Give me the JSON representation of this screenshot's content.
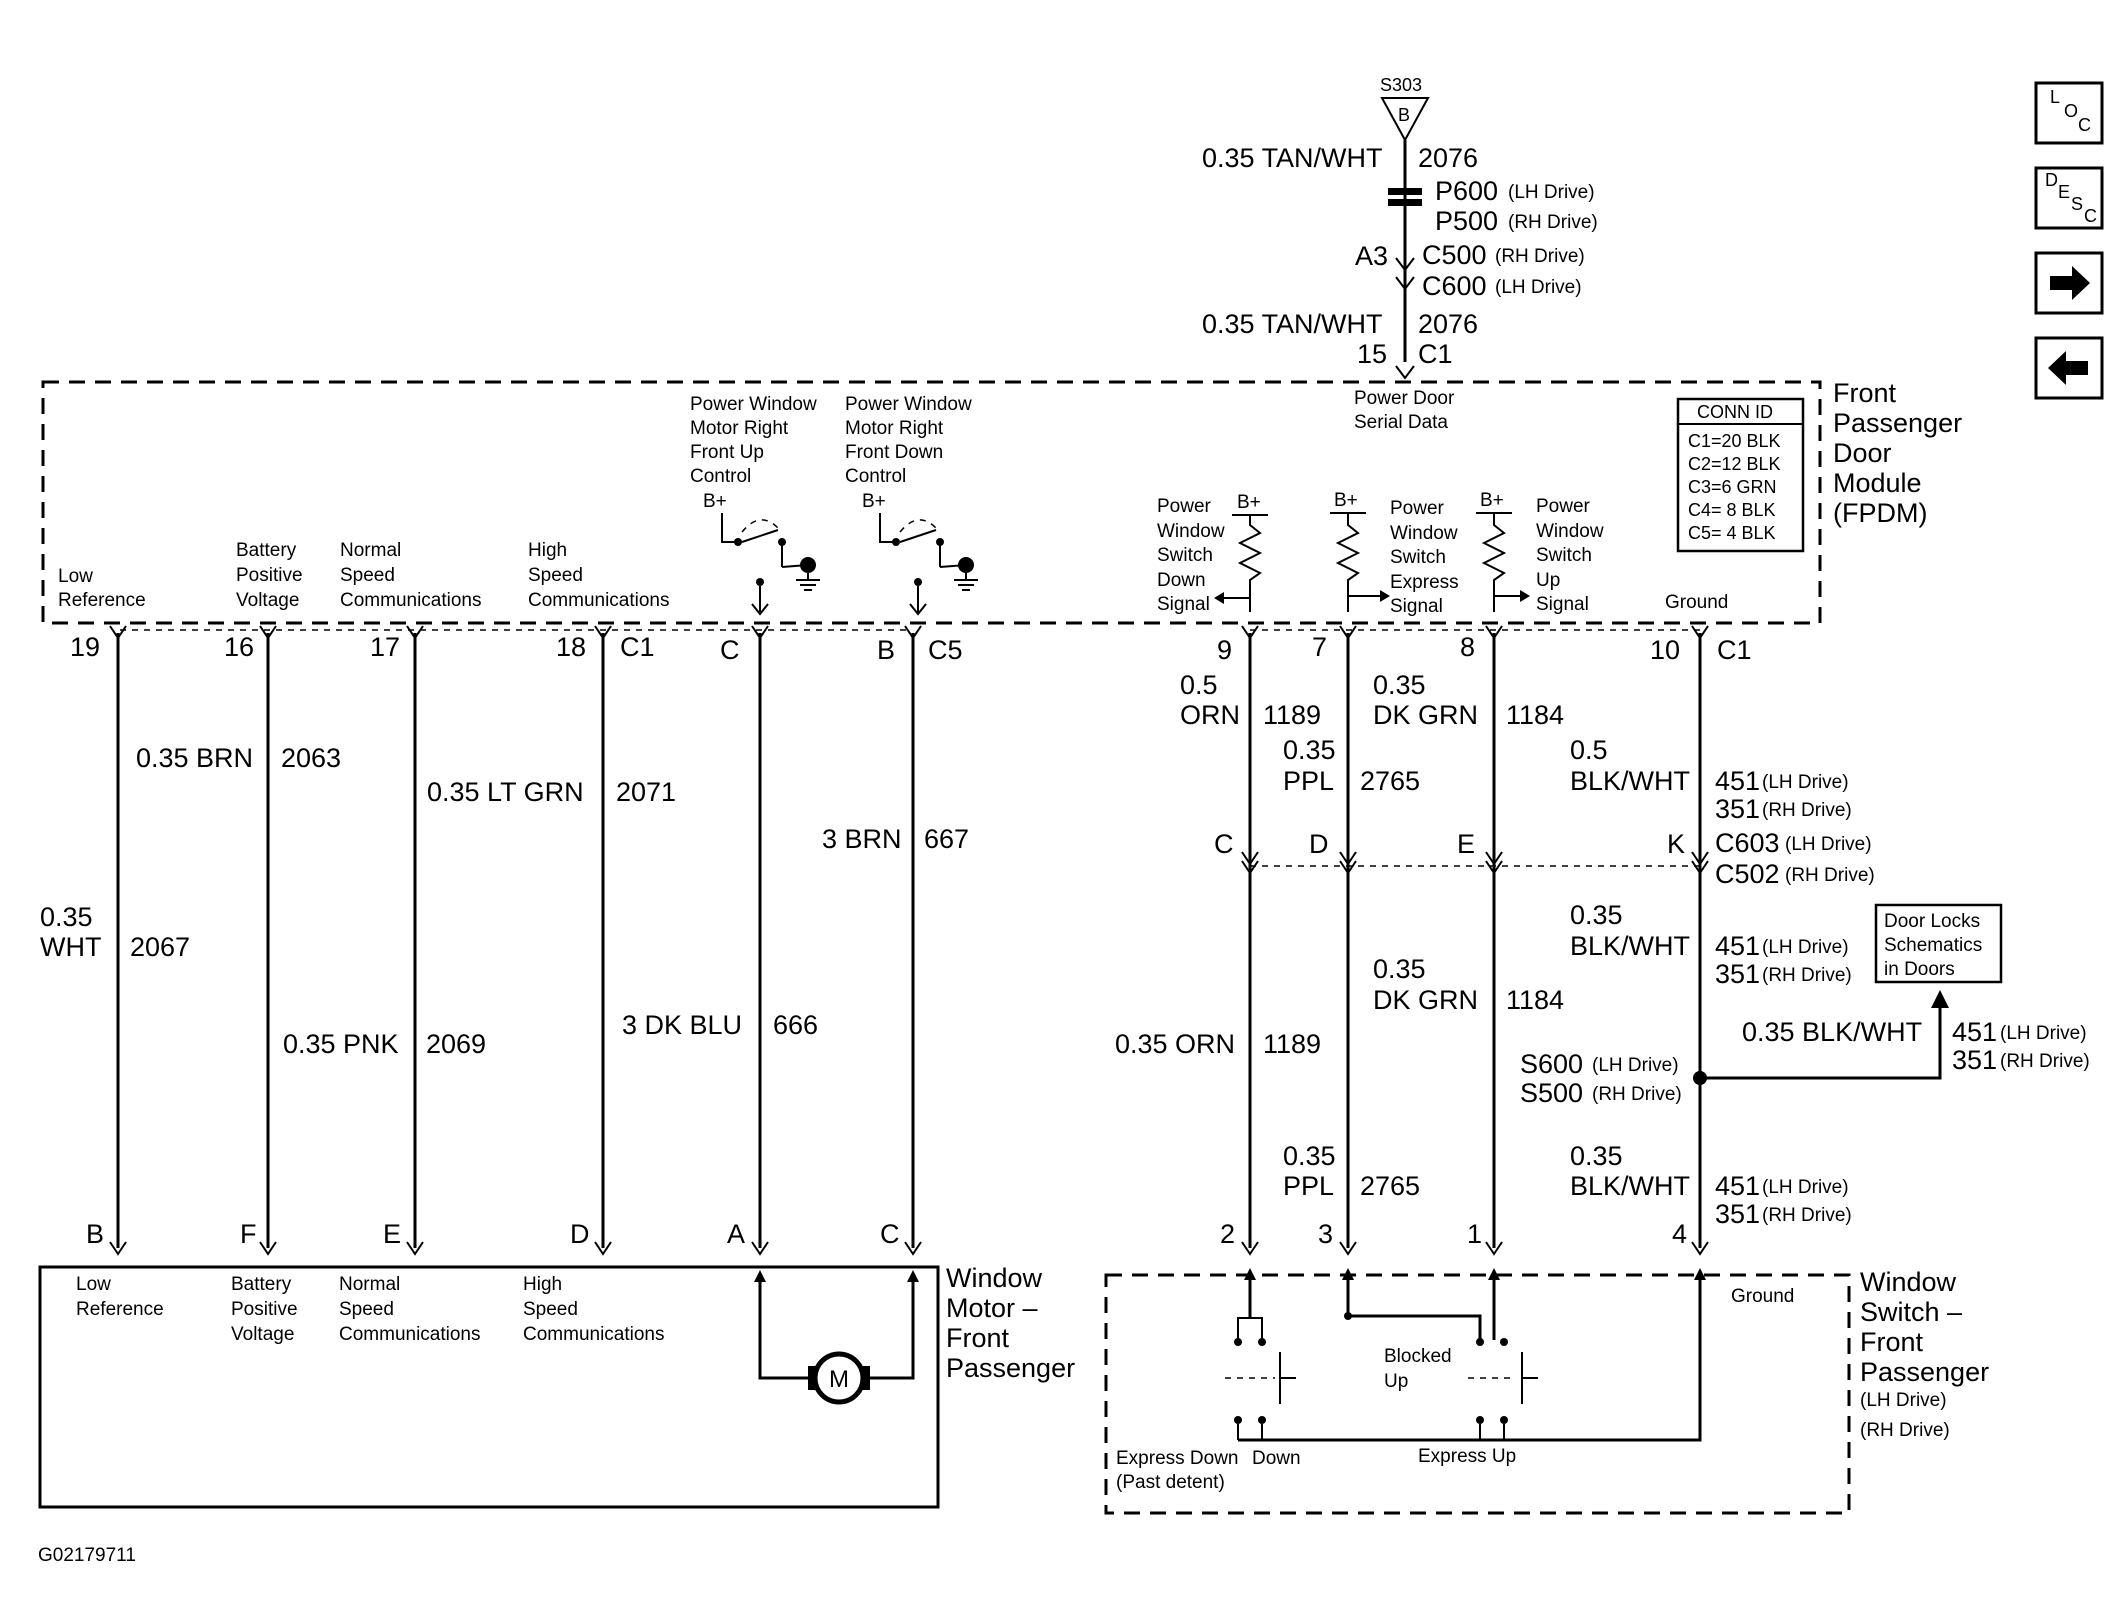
{
  "splice": {
    "id": "S303",
    "letter": "B"
  },
  "top_wire": {
    "wire": "0.35 TAN/WHT",
    "circuit": "2076"
  },
  "conn_p": {
    "p600": "P600",
    "p600_note": "(LH Drive)",
    "p500": "P500",
    "p500_note": "(RH Drive)"
  },
  "conn_c": {
    "pin": "A3",
    "c500": "C500",
    "c500_note": "(RH Drive)",
    "c600": "C600",
    "c600_note": "(LH Drive)"
  },
  "top_wire2": {
    "wire": "0.35 TAN/WHT",
    "circuit": "2076",
    "pin": "15",
    "conn": "C1"
  },
  "fpdm": {
    "title": [
      "Front",
      "Passenger",
      "Door",
      "Module",
      "(FPDM)"
    ],
    "serial_data": [
      "Power Door",
      "Serial Data"
    ],
    "conn_id": {
      "header": "CONN ID",
      "rows": [
        "C1=20 BLK",
        "C2=12 BLK",
        "C3=6 GRN",
        "C4= 8 BLK",
        "C5= 4 BLK"
      ]
    },
    "labels": {
      "low_ref": [
        "Low",
        "Reference"
      ],
      "batt": [
        "Battery",
        "Positive",
        "Voltage"
      ],
      "normal": [
        "Normal",
        "Speed",
        "Communications"
      ],
      "high": [
        "High",
        "Speed",
        "Communications"
      ],
      "up_ctrl": [
        "Power Window",
        "Motor Right",
        "Front Up",
        "Control"
      ],
      "down_ctrl": [
        "Power Window",
        "Motor Right",
        "Front Down",
        "Control"
      ],
      "sw_down": [
        "Power",
        "Window",
        "Switch",
        "Down",
        "Signal"
      ],
      "sw_express": [
        "Power",
        "Window",
        "Switch",
        "Express",
        "Signal"
      ],
      "sw_up": [
        "Power",
        "Window",
        "Switch",
        "Up",
        "Signal"
      ],
      "ground": "Ground",
      "bplus": "B+"
    }
  },
  "pins_top": {
    "p19": "19",
    "p16": "16",
    "p17": "17",
    "p18": "18",
    "c1": "C1",
    "pc": "C",
    "pb": "B",
    "c5": "C5",
    "p9": "9",
    "p7": "7",
    "p8": "8",
    "p10": "10",
    "c1b": "C1"
  },
  "wires": {
    "w2067": {
      "wire": [
        "0.35",
        "WHT"
      ],
      "circuit": "2067"
    },
    "w2063": {
      "wire": "0.35 BRN",
      "circuit": "2063"
    },
    "w2069": {
      "wire": "0.35 PNK",
      "circuit": "2069"
    },
    "w2071": {
      "wire": "0.35 LT GRN",
      "circuit": "2071"
    },
    "w666": {
      "wire": "3 DK BLU",
      "circuit": "666"
    },
    "w667": {
      "wire": "3 BRN",
      "circuit": "667"
    },
    "w1189a": {
      "wire": [
        "0.5",
        "ORN"
      ],
      "circuit": "1189"
    },
    "w2765a": {
      "wire": [
        "0.35",
        "PPL"
      ],
      "circuit": "2765"
    },
    "w1184a": {
      "wire": [
        "0.35",
        "DK GRN"
      ],
      "circuit": "1184"
    },
    "w451a": {
      "wire": [
        "0.5",
        "BLK/WHT"
      ],
      "c451": "451",
      "c451_note": "(LH Drive)",
      "c351": "351",
      "c351_note": "(RH Drive)"
    },
    "w1189b": {
      "wire": "0.35 ORN",
      "circuit": "1189"
    },
    "w1184b": {
      "wire": [
        "0.35",
        "DK GRN"
      ],
      "circuit": "1184"
    },
    "w451b": {
      "wire": [
        "0.35",
        "BLK/WHT"
      ],
      "c451": "451",
      "c451_note": "(LH Drive)",
      "c351": "351",
      "c351_note": "(RH Drive)"
    },
    "w2765b": {
      "wire": [
        "0.35",
        "PPL"
      ],
      "circuit": "2765"
    },
    "w451c": {
      "wire": [
        "0.35",
        "BLK/WHT"
      ],
      "c451": "451",
      "c451_note": "(LH Drive)",
      "c351": "351",
      "c351_note": "(RH Drive)"
    },
    "w451d": {
      "wire": "0.35 BLK/WHT",
      "c451": "451",
      "c451_note": "(LH Drive)",
      "c351": "351",
      "c351_note": "(RH Drive)"
    }
  },
  "mid_conn": {
    "pc": "C",
    "pd": "D",
    "pe": "E",
    "pk": "K",
    "c603": "C603",
    "c603_note": "(LH Drive)",
    "c502": "C502",
    "c502_note": "(RH Drive)"
  },
  "splice2": {
    "s600": "S600",
    "s600_note": "(LH Drive)",
    "s500": "S500",
    "s500_note": "(RH Drive)"
  },
  "door_locks": [
    "Door Locks",
    "Schematics",
    "in Doors"
  ],
  "pins_bottom": {
    "pb": "B",
    "pf": "F",
    "pe": "E",
    "pd": "D",
    "pa": "A",
    "pc": "C",
    "p2": "2",
    "p3": "3",
    "p1": "1",
    "p4": "4"
  },
  "motor": {
    "title": [
      "Window",
      "Motor –",
      "Front",
      "Passenger"
    ],
    "symbol": "M",
    "labels": {
      "low_ref": [
        "Low",
        "Reference"
      ],
      "batt": [
        "Battery",
        "Positive",
        "Voltage"
      ],
      "normal": [
        "Normal",
        "Speed",
        "Communications"
      ],
      "high": [
        "High",
        "Speed",
        "Communications"
      ]
    }
  },
  "switch": {
    "title": [
      "Window",
      "Switch –",
      "Front",
      "Passenger"
    ],
    "note1": "(LH Drive)",
    "note2": "(RH Drive)",
    "ground": "Ground",
    "blocked": [
      "Blocked",
      "Up"
    ],
    "express_down": [
      "Express Down",
      "(Past detent)"
    ],
    "down": "Down",
    "express_up": "Express Up"
  },
  "figure_id": "G02179711",
  "nav": {
    "loc": [
      "L",
      "O",
      "C"
    ],
    "desc": [
      "D",
      "E",
      "S",
      "C"
    ]
  }
}
